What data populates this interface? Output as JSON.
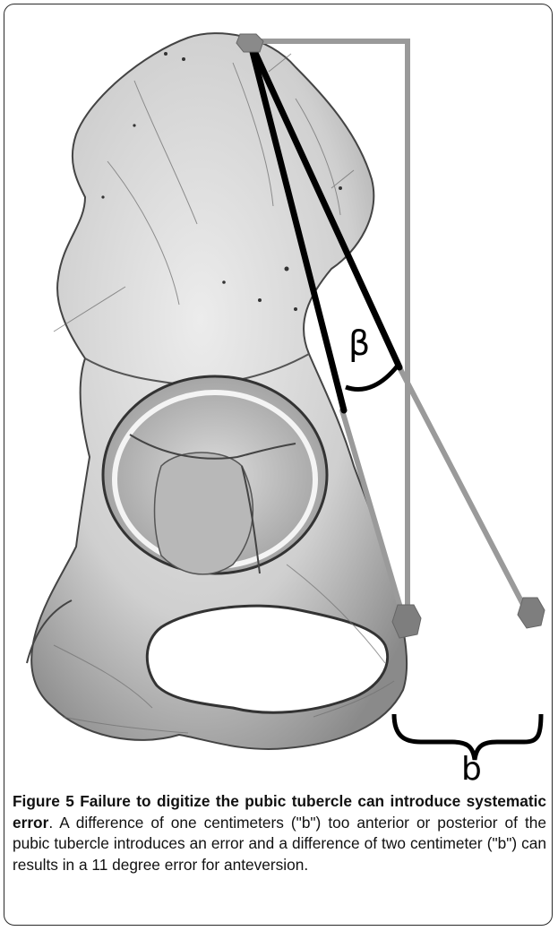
{
  "figure": {
    "angle_label": "β",
    "distance_label": "b"
  },
  "caption": {
    "title": "Figure 5 Failure to digitize the pubic tubercle can introduce systematic error",
    "text": ". A difference of one centimeters (\"b\") too anterior or posterior of the pubic tubercle introduces an error and a difference of two centimeter (\"b\") can results in a 11 degree error for anteversion."
  },
  "colors": {
    "bone": "#d6d6d6",
    "bone_shadow": "#7a7a7a",
    "line_black": "#000000",
    "line_gray": "#9a9a9a",
    "marker_gray": "#7e7e7e"
  }
}
